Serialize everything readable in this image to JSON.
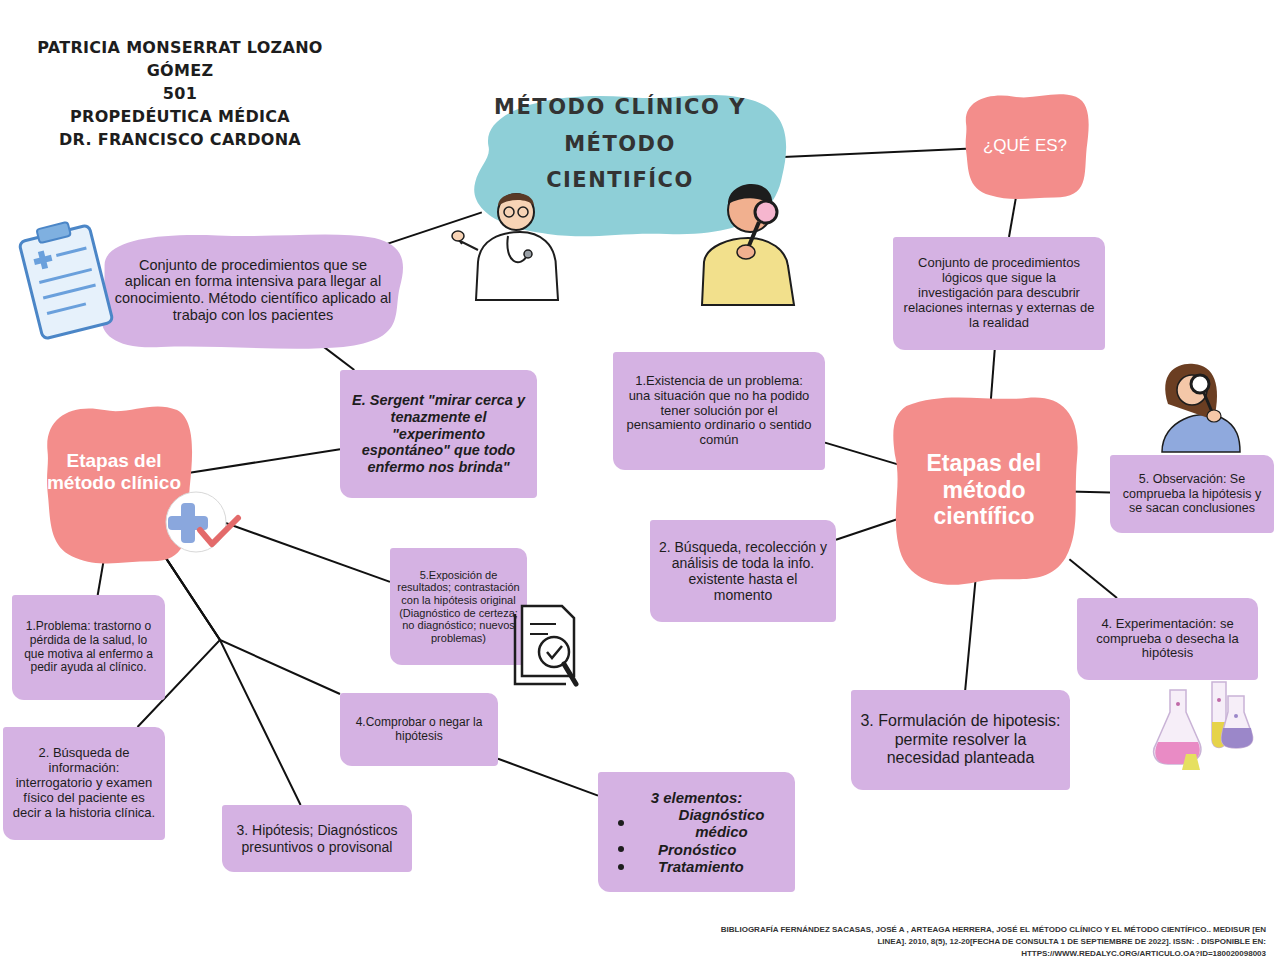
{
  "diagram": {
    "nodes": [
      {
        "text": [
          "MÉTODO CLÍNICO Y MÉTODO CIENTIFÍCO"
        ]
      },
      {
        "text": [
          "¿QUÉ ES?"
        ]
      },
      {
        "text": [
          "Conjunto de procedimientos lógicos que sigue la investigación para descubrir relaciones internas y externas de la realidad"
        ]
      },
      {
        "text": [
          "Etapas del método científico"
        ]
      },
      {
        "text": [
          "1.Existencia de un problema: una situación que no ha podido tener solución por el pensamiento ordinario o sentido común"
        ]
      },
      {
        "text": [
          "2. Búsqueda, recolección y análisis de toda la info. existente hasta el momento"
        ]
      },
      {
        "text": [
          "3. Formulación de hipotesis: permite resolver la necesidad planteada"
        ]
      },
      {
        "text": [
          "4. Experimentación: se comprueba o desecha la hipótesis"
        ]
      },
      {
        "text": [
          "5. Observación: Se comprueba la hipótesis y se sacan conclusiones"
        ]
      },
      {
        "text": [
          "Conjunto de procedimientos que se aplican en forma intensiva para llegar al conocimiento. Método científico aplicado al trabajo con los pacientes"
        ]
      },
      {
        "text": [
          "E. Sergent \"mirar cerca y tenazmente el \"experimento espontáneo\" que todo enfermo nos brinda\""
        ]
      },
      {
        "text": [
          "Etapas del método clínico"
        ]
      },
      {
        "text": [
          "1.Problema: trastorno o pérdida de la salud, lo que motiva al enfermo a pedir ayuda al clínico."
        ]
      },
      {
        "text": [
          "2. Búsqueda de información: interrogatorio y examen físico del paciente es decir a la historia clínica."
        ]
      },
      {
        "text": [
          "3. Hipótesis; Diagnósticos presuntivos o provisonal"
        ]
      },
      {
        "text": [
          "4.Comprobar o negar la hipótesis"
        ]
      },
      {
        "text": [
          "3 elementos:",
          "Diagnóstico médico",
          "Pronóstico",
          "Tratamiento"
        ]
      },
      {
        "text": [
          "5.Exposición de resultados; contrastación con la hipótesis original (Diagnóstico de certeza; no diagnóstico; nuevos problemas)"
        ]
      }
    ],
    "edges": [
      {
        "from": 0,
        "to": 1,
        "arrow": "none"
      },
      {
        "from": 1,
        "to": 2,
        "arrow": "none"
      },
      {
        "from": 2,
        "to": 3,
        "arrow": "none"
      },
      {
        "from": 3,
        "to": 4,
        "arrow": "none"
      },
      {
        "from": 3,
        "to": 5,
        "arrow": "none"
      },
      {
        "from": 3,
        "to": 6,
        "arrow": "none"
      },
      {
        "from": 3,
        "to": 7,
        "arrow": "none"
      },
      {
        "from": 3,
        "to": 8,
        "arrow": "none"
      },
      {
        "from": 0,
        "to": 9,
        "arrow": "none"
      },
      {
        "from": 9,
        "to": 10,
        "arrow": "none"
      },
      {
        "from": 10,
        "to": 11,
        "arrow": "none"
      },
      {
        "from": 11,
        "to": 12,
        "arrow": "none"
      },
      {
        "from": 11,
        "to": 13,
        "arrow": "none"
      },
      {
        "from": 11,
        "to": 14,
        "arrow": "none"
      },
      {
        "from": 11,
        "to": 15,
        "arrow": "none"
      },
      {
        "from": 15,
        "to": 16,
        "arrow": "none"
      },
      {
        "from": 11,
        "to": 17,
        "arrow": "none"
      }
    ],
    "labels": [
      "PATRICIA MONSERRAT LOZANO GÓMEZ",
      "501",
      "PROPEDÉUTICA MÉDICA",
      "DR. FRANCISCO CARDONA",
      "BIBLIOGRAFÍA FERNÁNDEZ SACASAS, JOSÉ A , ARTEAGA HERRERA, JOSÉ EL MÉTODO CLÍNICO Y EL MÉTODO CIENTÍFICO.. MEDISUR [EN LINEA]. 2010, 8(5), 12-20[FECHA DE CONSULTA 1 DE SEPTIEMBRE DE 2022]. ISSN: . DISPONIBLE EN: HTTPS://WWW.REDALYC.ORG/ARTICULO.OA?ID=180020098003"
    ]
  }
}
